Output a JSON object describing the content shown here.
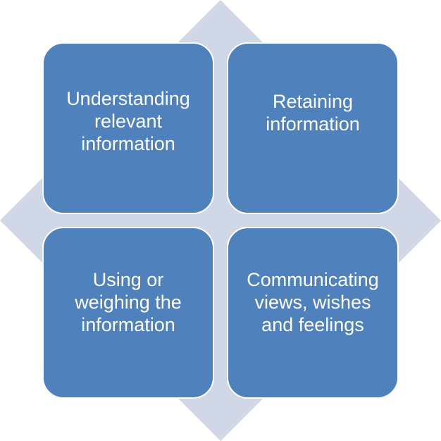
{
  "colors": {
    "box_fill": "#4f81bd",
    "backdrop_fill": "#d0d8e8",
    "text": "#ffffff"
  },
  "boxes": [
    {
      "label": "Understanding\nrelevant\ninformation"
    },
    {
      "label": "Retaining\ninformation"
    },
    {
      "label": "Using or\nweighing the\ninformation"
    },
    {
      "label": "Communicating\nviews, wishes\nand feelings"
    }
  ]
}
